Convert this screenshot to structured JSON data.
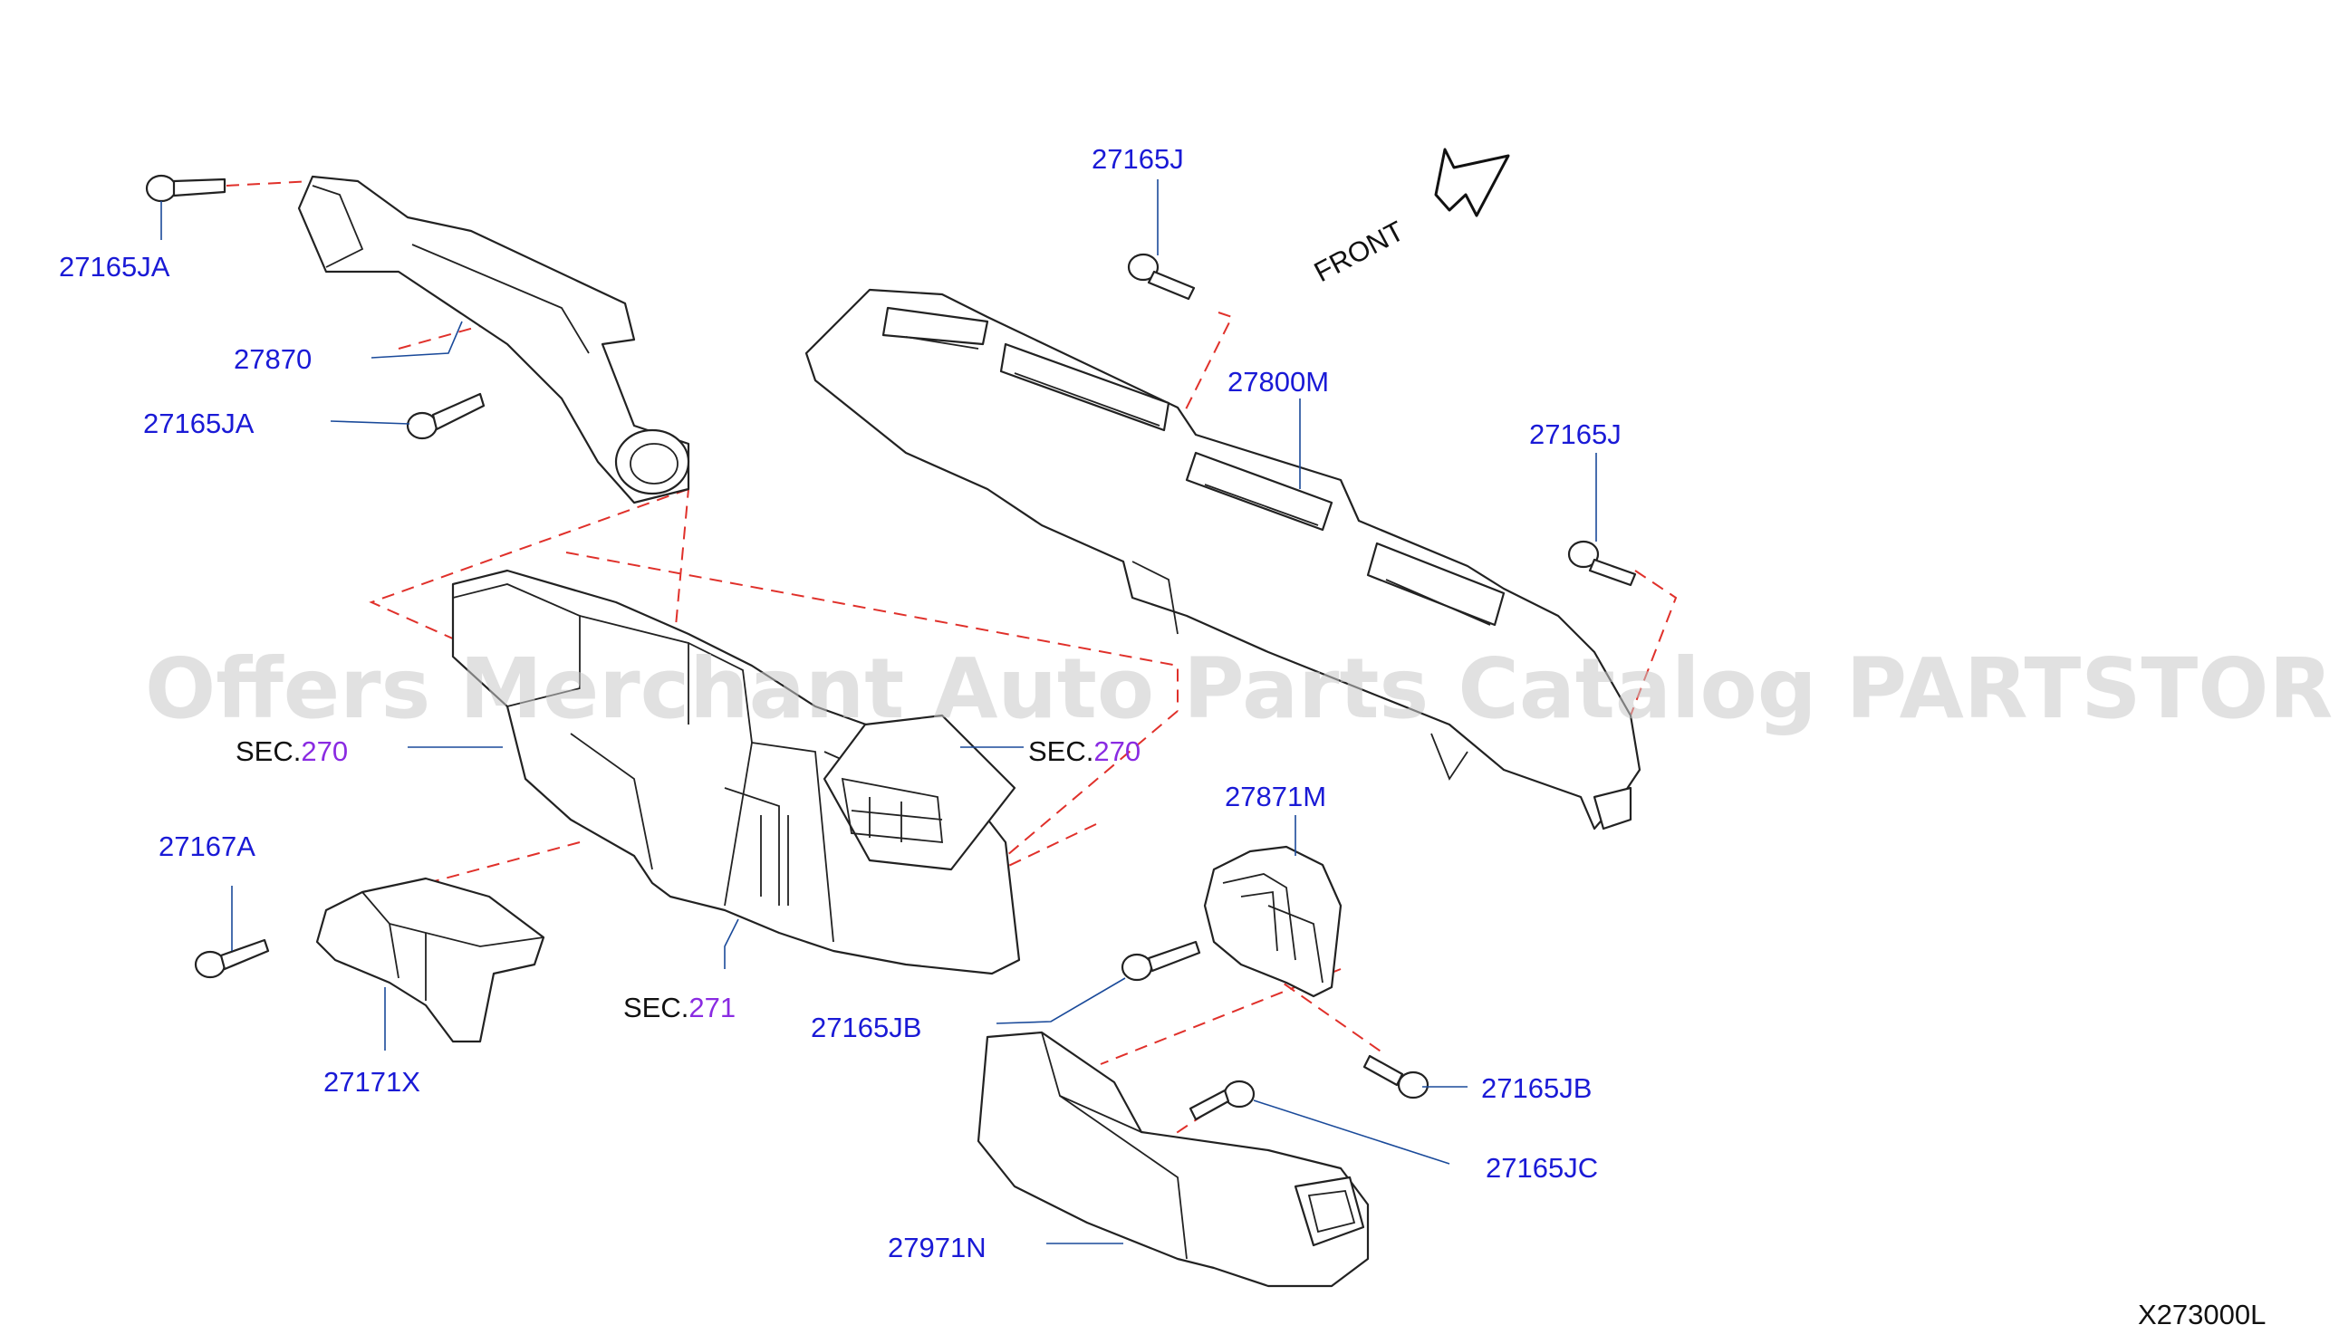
{
  "watermark": "Offers Merchant Auto Parts Catalog PARTSTORE.SA",
  "front_label": "FRONT",
  "diagram_code": "X273000L",
  "part_labels": {
    "p27165J_top": "27165J",
    "p27165JA_top": "27165JA",
    "p27870": "27870",
    "p27165JA_mid": "27165JA",
    "p27800M": "27800M",
    "p27165J_right": "27165J",
    "p27871M": "27871M",
    "p27167A": "27167A",
    "p27171X": "27171X",
    "p27165JB_left": "27165JB",
    "p27165JB_right": "27165JB",
    "p27165JC": "27165JC",
    "p27971N": "27971N"
  },
  "section_refs": [
    {
      "prefix": "SEC.",
      "number": "270"
    },
    {
      "prefix": "SEC.",
      "number": "270"
    },
    {
      "prefix": "SEC.",
      "number": "271"
    }
  ],
  "colors": {
    "label": "#1a1ad6",
    "section_number": "#8a2be2",
    "dashed_line": "#e0302a",
    "leader_line": "#1a4a9a"
  }
}
